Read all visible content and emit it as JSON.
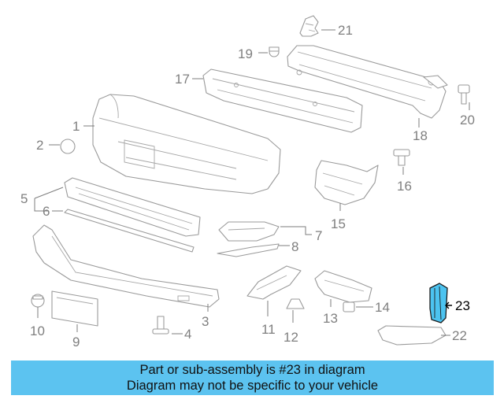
{
  "diagram": {
    "callouts": {
      "c1": "1",
      "c2": "2",
      "c3": "3",
      "c4": "4",
      "c5": "5",
      "c6": "6",
      "c7": "7",
      "c8": "8",
      "c9": "9",
      "c10": "10",
      "c11": "11",
      "c12": "12",
      "c13": "13",
      "c14": "14",
      "c15": "15",
      "c16": "16",
      "c17": "17",
      "c18": "18",
      "c19": "19",
      "c20": "20",
      "c21": "21",
      "c22": "22",
      "c23": "23"
    },
    "highlighted_part": "23",
    "highlight_color": "#4cc3f0"
  },
  "banner": {
    "line1": "Part or sub-assembly is #23 in diagram",
    "line2": "Diagram may not be specific to your vehicle",
    "background": "#5cc3f0"
  }
}
